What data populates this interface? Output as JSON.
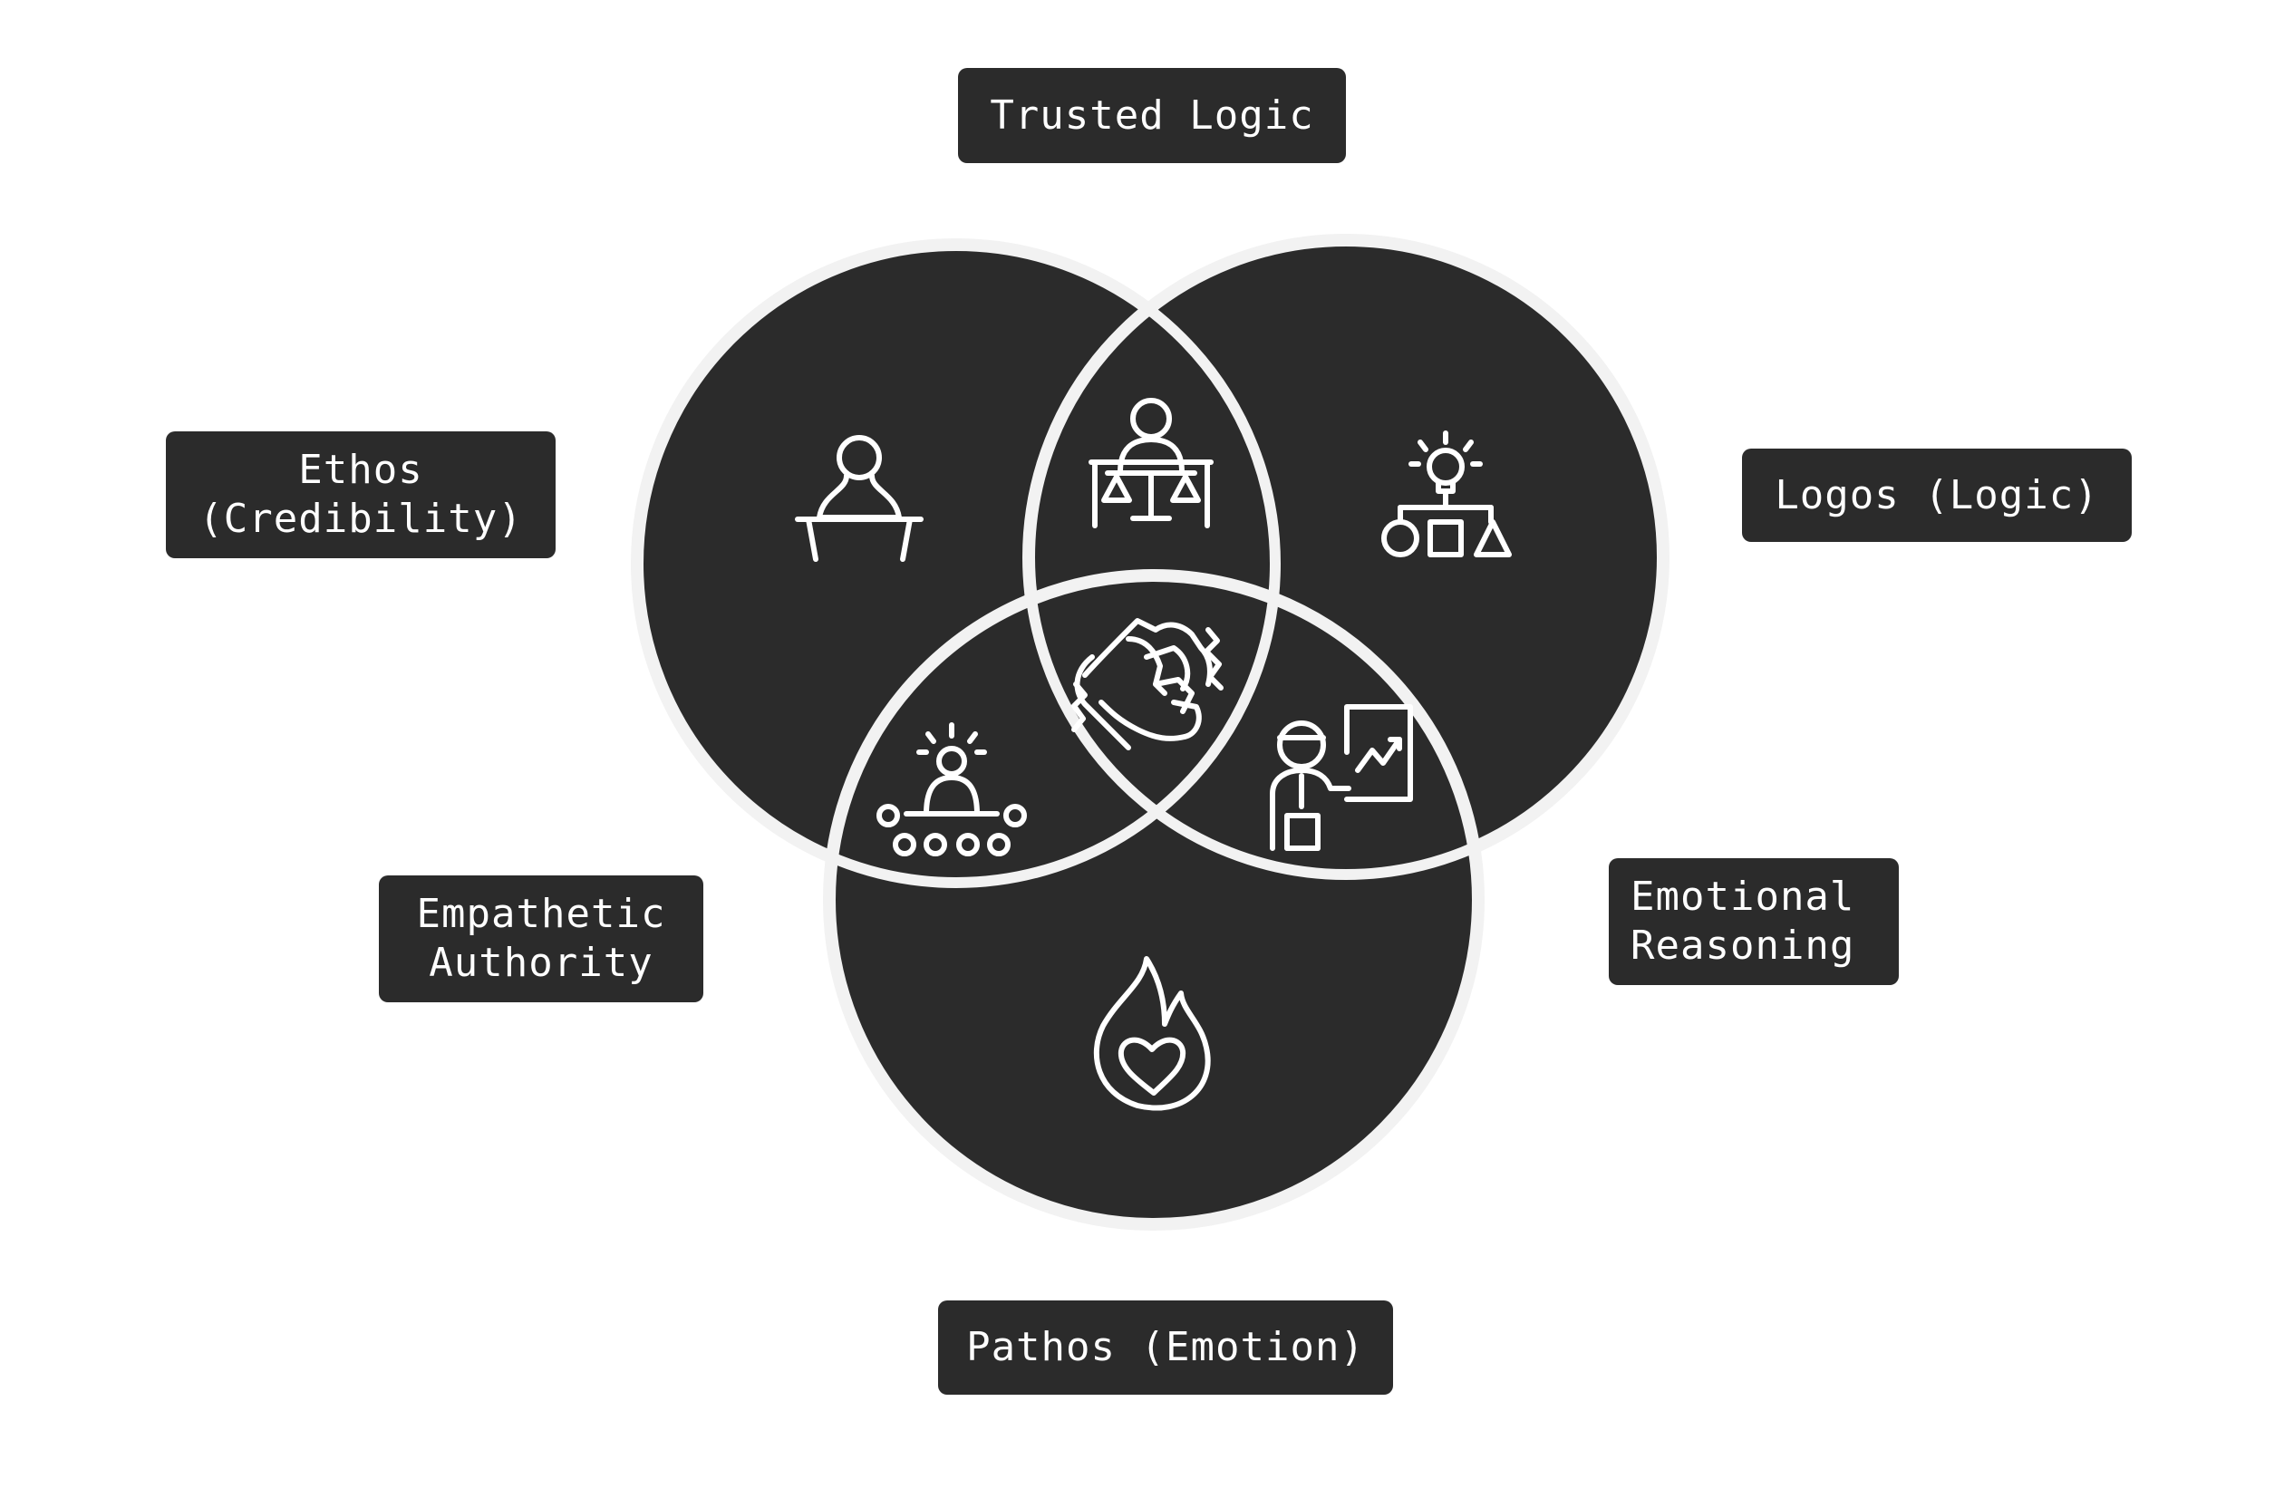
{
  "colors": {
    "circle_fill": "#2b2b2b",
    "circle_stroke": "#f2f2f2",
    "label_bg": "#2b2b2b",
    "label_text": "#ffffff",
    "icon_stroke": "#ffffff",
    "background": "#ffffff"
  },
  "circles": [
    {
      "name": "Ethos"
    },
    {
      "name": "Logos"
    },
    {
      "name": "Pathos"
    }
  ],
  "labels": {
    "trusted_logic": "Trusted Logic",
    "ethos_line1": "Ethos",
    "ethos_line2": "(Credibility)",
    "logos": "Logos (Logic)",
    "empathetic_line1": "Empathetic",
    "empathetic_line2": "Authority",
    "emotional_line1": "Emotional",
    "emotional_line2": "Reasoning",
    "pathos": "Pathos (Emotion)"
  },
  "icons": {
    "ethos": "speaker-at-podium-icon",
    "ethos_logos": "judge-with-scales-icon",
    "logos": "lightbulb-shapes-icon",
    "center": "handshake-icon",
    "ethos_pathos": "speaker-audience-icon",
    "logos_pathos": "presenter-chart-icon",
    "pathos": "flame-heart-icon"
  }
}
